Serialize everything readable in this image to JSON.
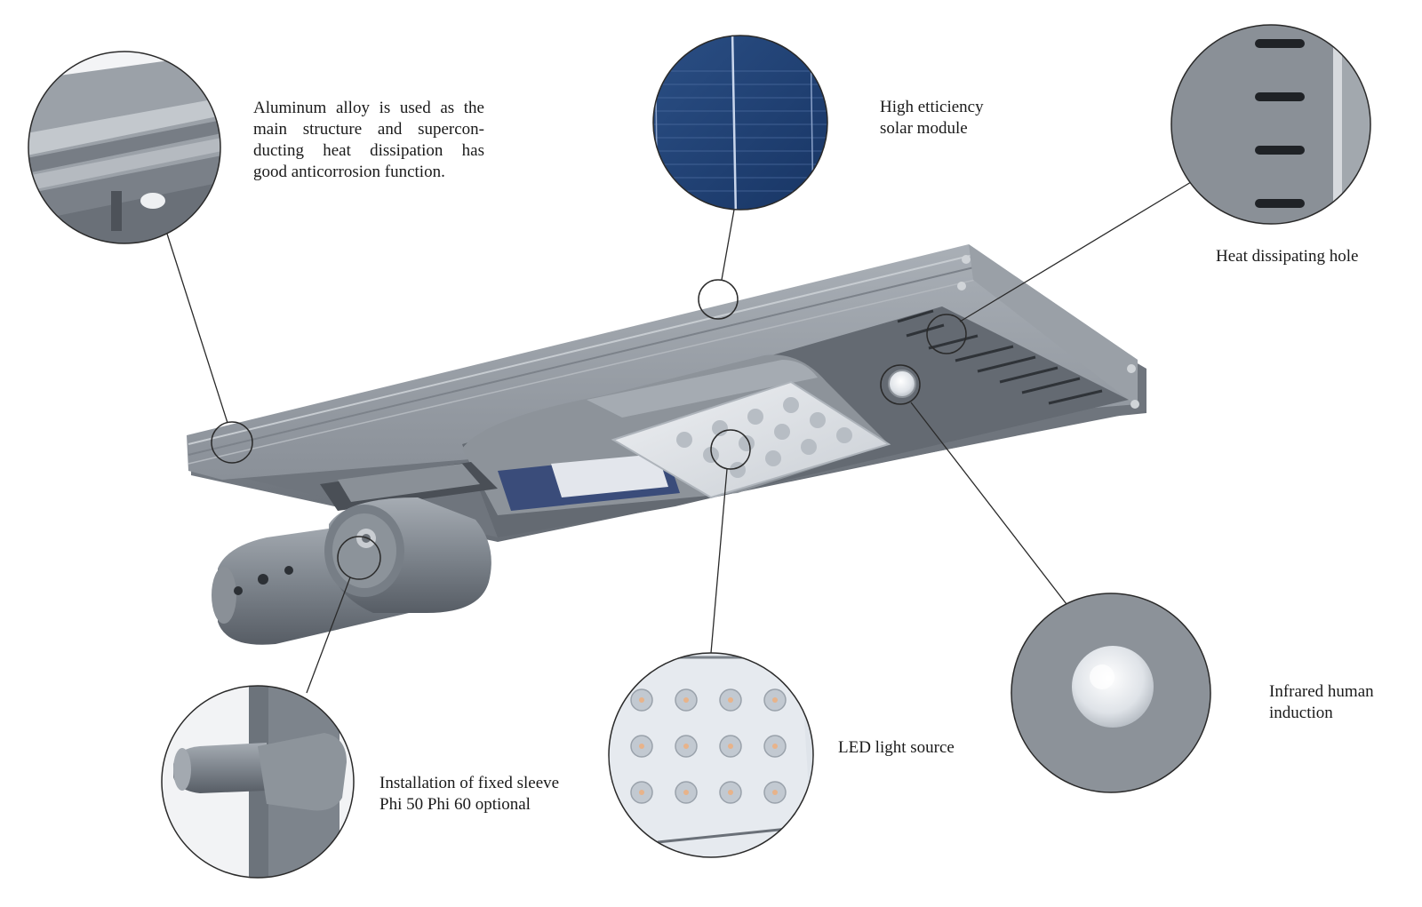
{
  "callouts": {
    "aluminum": {
      "lines": [
        "Aluminum alloy is used as the",
        "main structure and supercon-",
        "ducting  heat  dissipation  has",
        "good anticorrosion function."
      ]
    },
    "solar": {
      "lines": [
        "High etticiency",
        "solar module"
      ]
    },
    "heat_hole": {
      "lines": [
        "Heat dissipating hole"
      ]
    },
    "infrared": {
      "lines": [
        "Infrared human",
        "induction"
      ]
    },
    "led": {
      "lines": [
        "LED light source"
      ]
    },
    "sleeve": {
      "lines": [
        "Installation of fixed sleeve",
        "Phi 50 Phi 60 optional"
      ]
    }
  },
  "colors": {
    "body_gray": "#8f959c",
    "body_dark": "#6e747b",
    "solar_blue": "#1f3f6e",
    "leader_line": "#2a2a2a"
  }
}
